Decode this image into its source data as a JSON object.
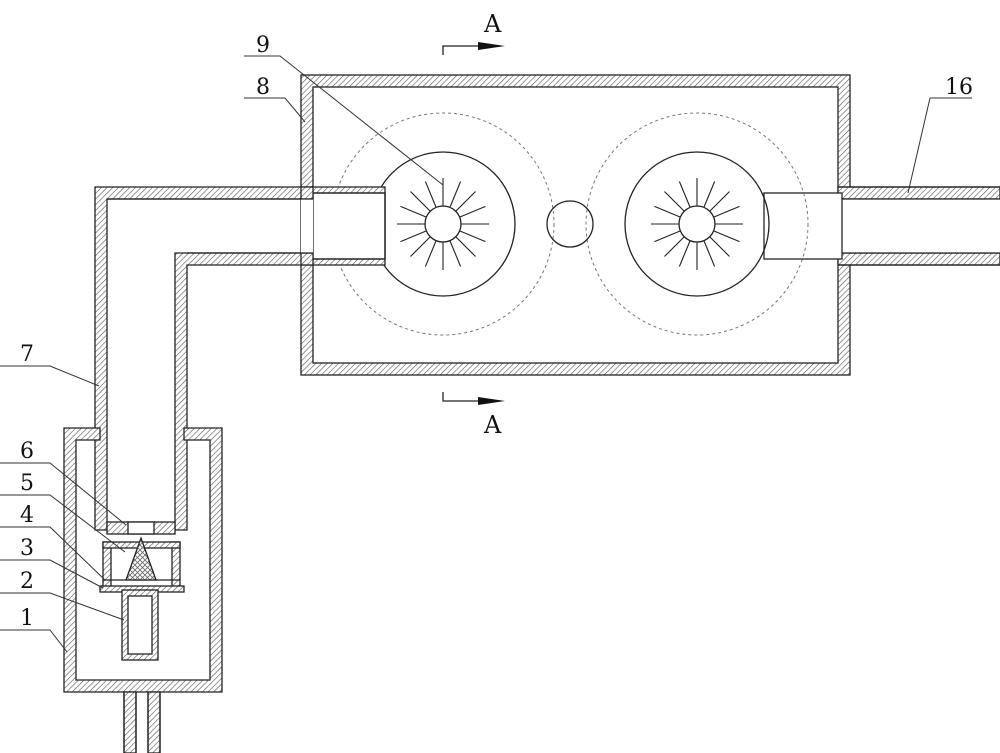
{
  "section_marks": {
    "top": "A",
    "bottom": "A"
  },
  "labels": [
    {
      "id": "1",
      "text": "1"
    },
    {
      "id": "2",
      "text": "2"
    },
    {
      "id": "3",
      "text": "3"
    },
    {
      "id": "4",
      "text": "4"
    },
    {
      "id": "5",
      "text": "5"
    },
    {
      "id": "6",
      "text": "6"
    },
    {
      "id": "7",
      "text": "7"
    },
    {
      "id": "8",
      "text": "8"
    },
    {
      "id": "9",
      "text": "9"
    },
    {
      "id": "16",
      "text": "16"
    }
  ],
  "colors": {
    "line": "#222222",
    "hatch": "#555555",
    "background": "#ffffff"
  }
}
